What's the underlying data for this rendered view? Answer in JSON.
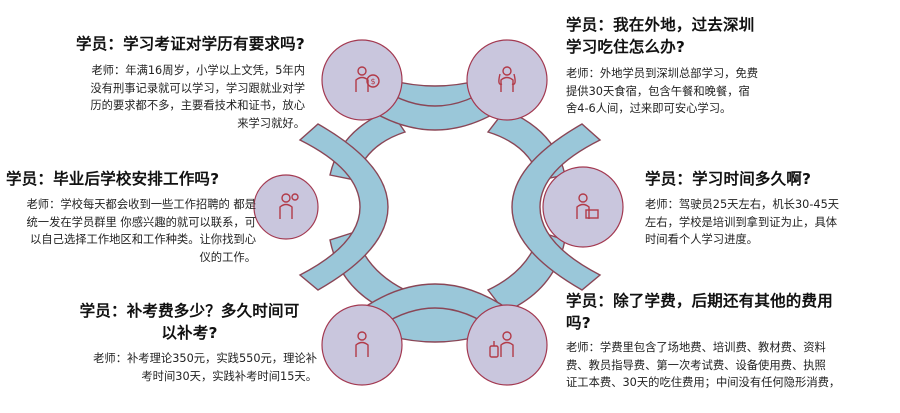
{
  "colors": {
    "ring_fill": "#9ac7d9",
    "ring_stroke": "#8a4656",
    "circle_fill": "#c9c6dd",
    "circle_stroke": "#a33a52",
    "icon_color": "#b23a48"
  },
  "items": [
    {
      "id": "top-left",
      "icon": "person-dollar-icon",
      "question": "学员：学习考证对学历有要求吗?",
      "answer": [
        "老师：年满16周岁，小学以上文凭，5年内",
        "没有刑事记录就可以学习，学习跟就业对学",
        "历的要求都不多，主要看技术和证书，放心",
        "来学习就好。"
      ]
    },
    {
      "id": "top-right",
      "icon": "woman-avatar-icon",
      "question": [
        "学员：我在外地，过去深圳",
        "学习吃住怎么办?"
      ],
      "answer": [
        "老师：外地学员到深圳总部学习，免费",
        "提供30天食宿，包含午餐和晚餐，宿",
        "舍4-6人间，过来即可安心学习。"
      ]
    },
    {
      "id": "mid-left",
      "icon": "person-idea-icon",
      "question": "学员：毕业后学校安排工作吗?",
      "answer": [
        "老师：学校每天都会收到一些工作招聘的 都是",
        "统一发在学员群里 你感兴趣的就可以联系，可",
        "以自己选择工作地区和工作种类。让你找到心",
        "仪的工作。"
      ]
    },
    {
      "id": "mid-right",
      "icon": "person-laptop-icon",
      "question": "学员：学习时间多久啊?",
      "answer": [
        "老师：驾驶员25天左右，机长30-45天",
        "左右，学校是培训到拿到证为止，具体",
        "时间看个人学习进度。"
      ]
    },
    {
      "id": "bottom-left",
      "icon": "person-standing-icon",
      "question": [
        "学员：补考费多少？多久时间可",
        "以补考?"
      ],
      "answer": [
        "老师：补考理论350元，实践550元，理论补",
        "考时间30天，实践补考时间15天。"
      ]
    },
    {
      "id": "bottom-right",
      "icon": "traveler-luggage-icon",
      "question": [
        "学员：除了学费，后期还有其他的费用",
        "吗?"
      ],
      "answer": [
        "老师：学费里包含了场地费、培训费、教材费、资料",
        "费、教员指导费、第一次考试费、设备使用费、执照",
        "证工本费、30天的吃住费用；中间没有任何隐形消费，"
      ]
    }
  ]
}
